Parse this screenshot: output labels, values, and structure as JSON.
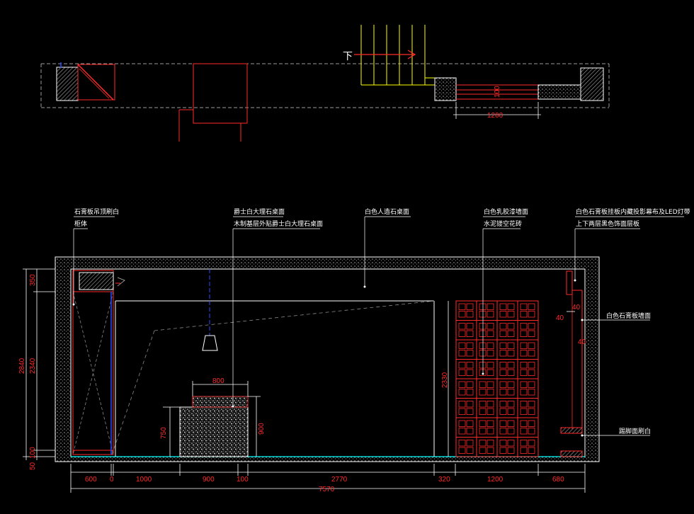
{
  "plan": {
    "stair_direction": "下",
    "width_dim": "1200",
    "small_dim": "100"
  },
  "labels": {
    "a1": "石膏板吊顶刷白",
    "a2": "柜体",
    "b1": "爵士白大理石桌面",
    "b2": "木制基层外贴爵士白大理石桌面",
    "c1": "白色人造石桌面",
    "d1": "白色乳胶漆墙面",
    "d2": "水泥镂空花砖",
    "e1": "白色石膏板挂板内藏投影幕布及LED灯带",
    "e2": "上下两层黑色饰面层板",
    "f1": "白色石膏板墙面",
    "g1": "踢脚面刷白"
  },
  "dims": {
    "left_total": "2840",
    "left_top": "350",
    "left_mid": "2340",
    "left_b1": "50",
    "left_b2": "100",
    "desk_width": "800",
    "desk_h1": "750",
    "desk_h2": "900",
    "screen_h": "2330",
    "r40a": "40",
    "r40b": "40",
    "r40c": "40",
    "bottom": [
      "600",
      "0",
      "1000",
      "900",
      "100",
      "2770",
      "320",
      "1200",
      "680"
    ],
    "bottom_total": "7570"
  },
  "colors": {
    "background": "#000000",
    "wall": "#ffffff",
    "structure": "#ff2a2a",
    "stair": "#ffff00",
    "pendant": "#2a4bff",
    "floor": "#00ffff"
  }
}
